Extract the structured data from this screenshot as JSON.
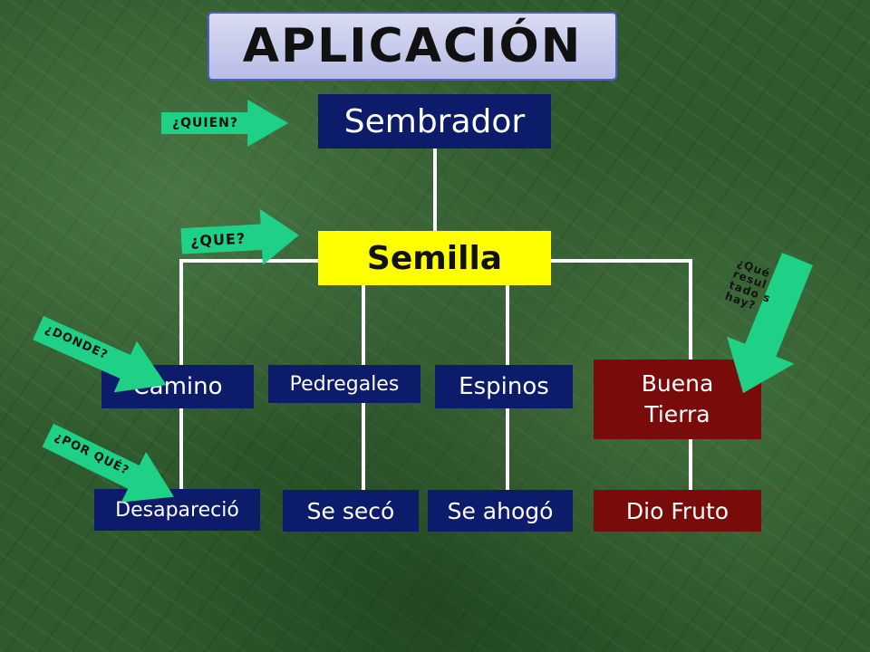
{
  "title": "APLICACIÓN",
  "nodes": {
    "sembrador": "Sembrador",
    "semilla": "Semilla",
    "camino": "Camino",
    "pedregales": "Pedregales",
    "espinos": "Espinos",
    "buena_tierra": "Buena Tierra",
    "desaparecio": "Desapareció",
    "se_seco": "Se secó",
    "se_ahogo": "Se ahogó",
    "dio_fruto": "Dio Fruto"
  },
  "arrows": {
    "quien": "¿QUIEN?",
    "que": "¿QUE?",
    "donde": "¿DONDE?",
    "por_que": "¿POR QUÉ?",
    "que_resultados": "¿Qué resul tado s hay?"
  },
  "colors": {
    "background": "#2f5a2e",
    "navy": "#0d1b6b",
    "maroon": "#7a0b0b",
    "semilla": "#ffff00",
    "arrow": "#1fd186",
    "title_bg": "#c8cceb"
  }
}
